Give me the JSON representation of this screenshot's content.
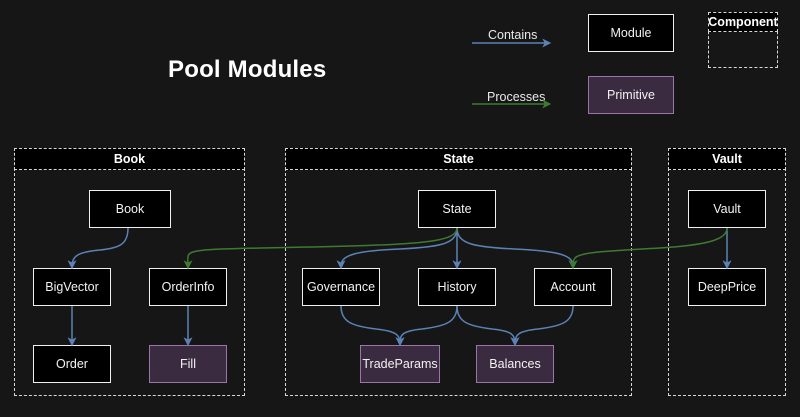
{
  "page": {
    "title": "Pool Modules",
    "background_color": "#161616"
  },
  "legend": {
    "contains": {
      "label": "Contains",
      "color": "#5b82b4",
      "icon": "arrow-right-icon"
    },
    "processes": {
      "label": "Processes",
      "color": "#3f7a31",
      "icon": "arrow-right-icon"
    },
    "module_sample": {
      "label": "Module",
      "fill": "#000000",
      "stroke": "#f0f0f0"
    },
    "primitive_sample": {
      "label": "Primitive",
      "fill": "#3b2b40",
      "stroke": "#9b74a8"
    },
    "component_sample": {
      "label": "Component",
      "stroke": "#d8d8d8"
    }
  },
  "groups": [
    {
      "name": "Book",
      "label": "Book",
      "nodes": [
        {
          "id": "book",
          "label": "Book",
          "type": "module"
        },
        {
          "id": "bigvector",
          "label": "BigVector",
          "type": "module"
        },
        {
          "id": "orderinfo",
          "label": "OrderInfo",
          "type": "module"
        },
        {
          "id": "order",
          "label": "Order",
          "type": "module"
        },
        {
          "id": "fill",
          "label": "Fill",
          "type": "primitive"
        }
      ]
    },
    {
      "name": "State",
      "label": "State",
      "nodes": [
        {
          "id": "state",
          "label": "State",
          "type": "module"
        },
        {
          "id": "governance",
          "label": "Governance",
          "type": "module"
        },
        {
          "id": "history",
          "label": "History",
          "type": "module"
        },
        {
          "id": "account",
          "label": "Account",
          "type": "module"
        },
        {
          "id": "tradeparams",
          "label": "TradeParams",
          "type": "primitive"
        },
        {
          "id": "balances",
          "label": "Balances",
          "type": "primitive"
        }
      ]
    },
    {
      "name": "Vault",
      "label": "Vault",
      "nodes": [
        {
          "id": "vault",
          "label": "Vault",
          "type": "module"
        },
        {
          "id": "deepprice",
          "label": "DeepPrice",
          "type": "module"
        }
      ]
    }
  ],
  "edges": [
    {
      "from": "book",
      "to": "bigvector",
      "kind": "contains"
    },
    {
      "from": "bigvector",
      "to": "order",
      "kind": "contains"
    },
    {
      "from": "orderinfo",
      "to": "fill",
      "kind": "contains"
    },
    {
      "from": "state",
      "to": "governance",
      "kind": "contains"
    },
    {
      "from": "state",
      "to": "history",
      "kind": "contains"
    },
    {
      "from": "state",
      "to": "account",
      "kind": "contains"
    },
    {
      "from": "governance",
      "to": "tradeparams",
      "kind": "contains"
    },
    {
      "from": "history",
      "to": "tradeparams",
      "kind": "contains"
    },
    {
      "from": "history",
      "to": "balances",
      "kind": "contains"
    },
    {
      "from": "account",
      "to": "balances",
      "kind": "contains"
    },
    {
      "from": "vault",
      "to": "deepprice",
      "kind": "contains"
    },
    {
      "from": "state",
      "to": "orderinfo",
      "kind": "processes"
    },
    {
      "from": "vault",
      "to": "account",
      "kind": "processes"
    }
  ]
}
